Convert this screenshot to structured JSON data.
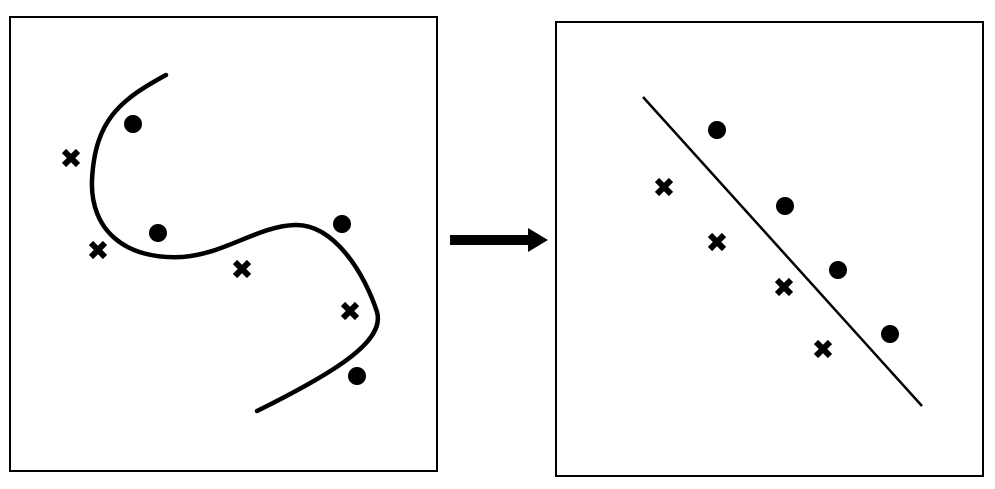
{
  "diagram": {
    "left_panel": {
      "decision_boundary": "nonlinear-curve",
      "points": [
        {
          "class": "circle"
        },
        {
          "class": "circle"
        },
        {
          "class": "circle"
        },
        {
          "class": "circle"
        },
        {
          "class": "cross"
        },
        {
          "class": "cross"
        },
        {
          "class": "cross"
        },
        {
          "class": "cross"
        }
      ]
    },
    "transition": {
      "icon": "right-arrow-icon"
    },
    "right_panel": {
      "decision_boundary": "straight-line",
      "points": [
        {
          "class": "circle"
        },
        {
          "class": "circle"
        },
        {
          "class": "circle"
        },
        {
          "class": "circle"
        },
        {
          "class": "cross"
        },
        {
          "class": "cross"
        },
        {
          "class": "cross"
        },
        {
          "class": "cross"
        }
      ]
    },
    "colors": {
      "ink": "#000000",
      "background": "#ffffff"
    }
  }
}
